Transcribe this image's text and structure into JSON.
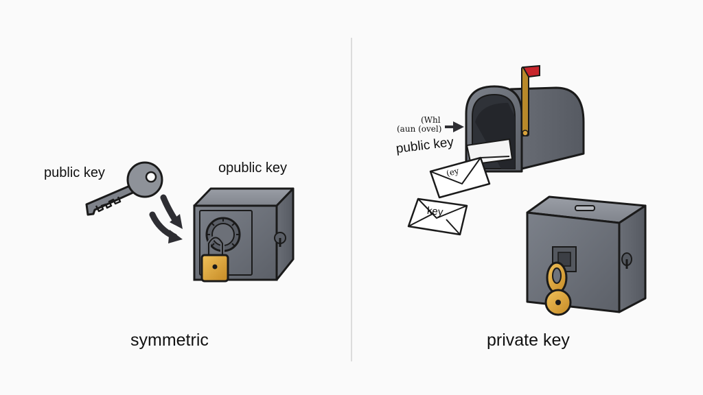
{
  "left_panel": {
    "key_label": "public key",
    "safe_label": "opublic key",
    "caption": "symmetric"
  },
  "right_panel": {
    "scribble_line1": "(Whl",
    "scribble_line2": "(aun (ovel)",
    "mailbox_label": "public key",
    "envelope_small_text": "(ey",
    "envelope_key_text": "key",
    "caption": "private key"
  },
  "colors": {
    "background": "#fafafa",
    "metal_gray": "#6e737c",
    "padlock_gold": "#d9a23a",
    "flag_red": "#c8252c",
    "outline": "#1a1a1a"
  }
}
